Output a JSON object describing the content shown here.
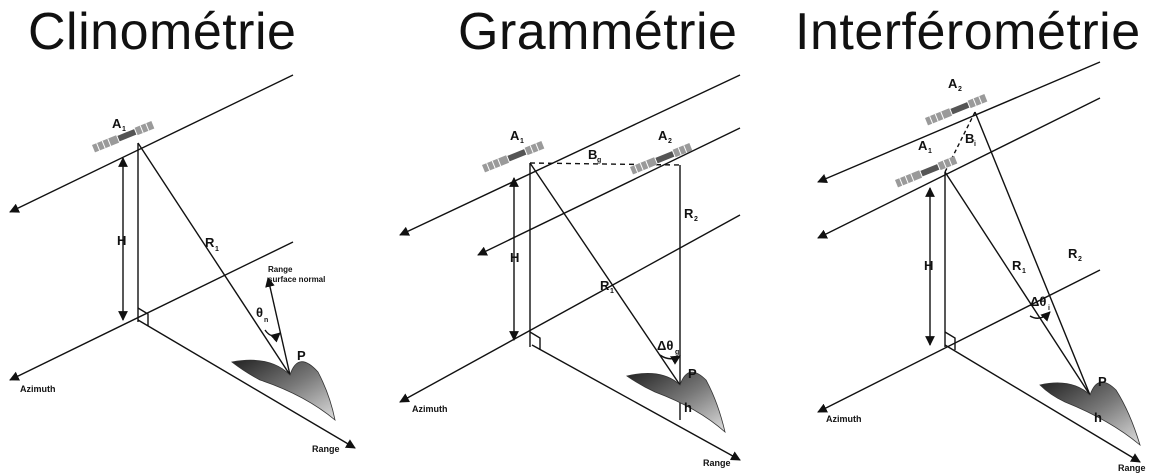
{
  "titles": {
    "clinometry": "Clinométrie",
    "grammetry": "Grammétrie",
    "interferometry": "Interférométrie"
  },
  "labels": {
    "A": "A",
    "sub1": "1",
    "sub2": "2",
    "H": "H",
    "R": "R",
    "B": "B",
    "P": "P",
    "h": "h",
    "theta": "θ",
    "sub_n": "n",
    "dtheta": "Δθ",
    "sub_g": "g",
    "sub_i": "i",
    "azimuth": "Azimuth",
    "range": "Range",
    "range_normal_1": "Range",
    "range_normal_2": "surface normal"
  },
  "colors": {
    "ink": "#111111",
    "satellite": "#9a9a9a",
    "terrain_dark": "#333333",
    "terrain_light": "#bbbbbb"
  }
}
